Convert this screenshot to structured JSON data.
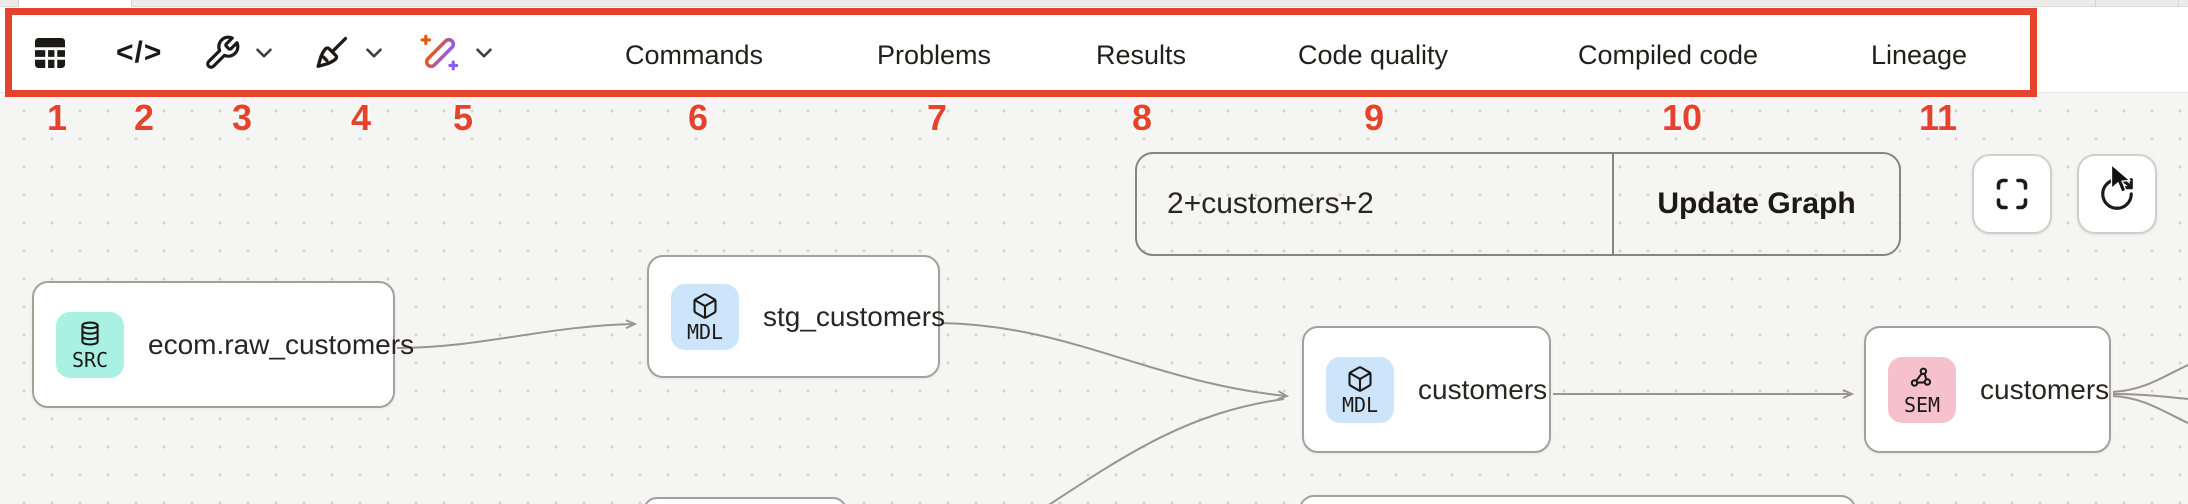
{
  "app": {
    "topbar_tabs": [
      "Commands",
      "Problems",
      "Results",
      "Code quality",
      "Compiled code",
      "Lineage"
    ]
  },
  "annotation": {
    "box_color": "#e5432b",
    "marks": [
      "1",
      "2",
      "3",
      "4",
      "5",
      "6",
      "7",
      "8",
      "9",
      "10",
      "11"
    ]
  },
  "toolbar_icons": [
    {
      "name": "table-icon"
    },
    {
      "name": "code-icon",
      "glyph": "</>"
    },
    {
      "name": "wrench-icon",
      "has_dropdown": true
    },
    {
      "name": "brush-icon",
      "has_dropdown": true
    },
    {
      "name": "magic-wand-icon",
      "has_dropdown": true
    }
  ],
  "graph_controls": {
    "filter_value": "2+customers+2",
    "update_button_label": "Update Graph",
    "buttons": [
      "fullscreen",
      "refresh"
    ]
  },
  "lineage_nodes": [
    {
      "badge": "SRC",
      "label": "ecom.raw_customers",
      "badge_color": "#a9f2e1",
      "icon": "database-icon"
    },
    {
      "badge": "MDL",
      "label": "stg_customers",
      "badge_color": "#cde5fb",
      "icon": "cube-icon"
    },
    {
      "badge": "MDL",
      "label": "customers",
      "badge_color": "#cde5fb",
      "icon": "cube-icon"
    },
    {
      "badge": "SEM",
      "label": "customers",
      "badge_color": "#f6c1cd",
      "icon": "share-network-icon"
    }
  ],
  "colors": {
    "annotation_red": "#e5432b",
    "canvas_bg": "#f5f5f4",
    "node_border": "#a6a09b",
    "edge": "#9b938e",
    "wand_gradient_start": "#ea580c",
    "wand_gradient_end": "#8b5cf6"
  }
}
